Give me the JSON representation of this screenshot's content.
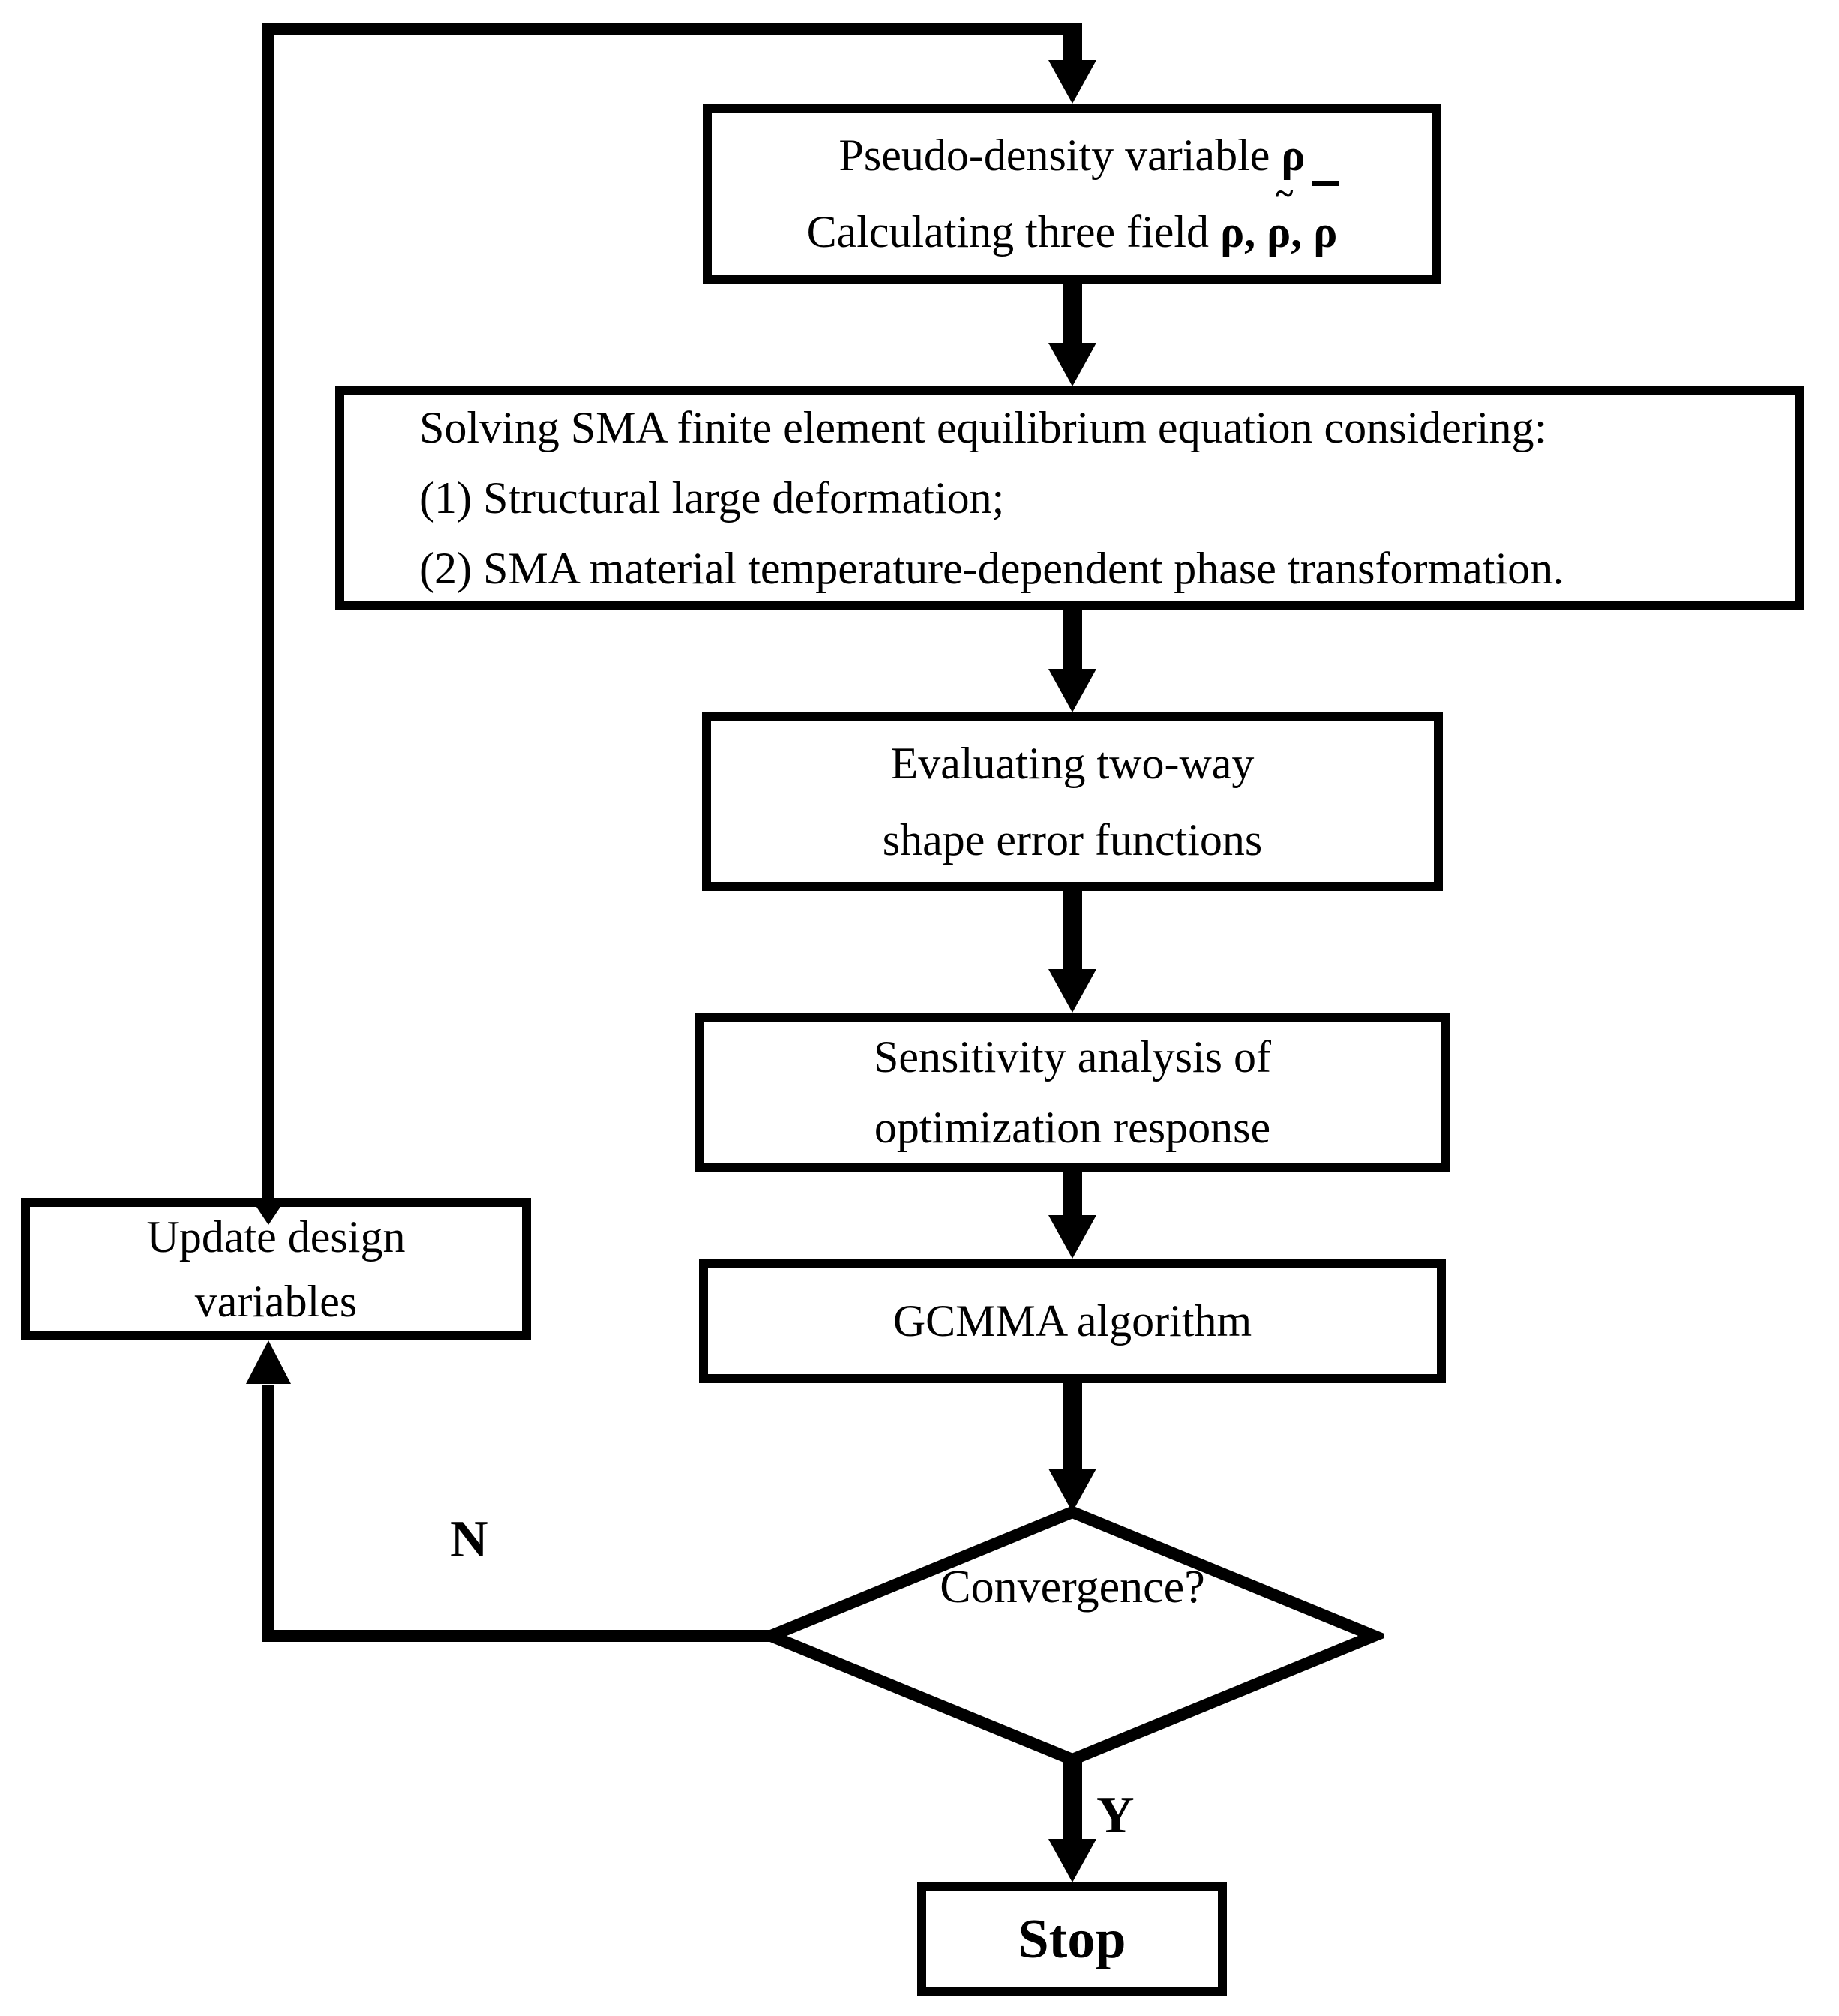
{
  "diagram_title": "SMA topology optimization flowchart",
  "colors": {
    "line": "#000000",
    "background": "#ffffff",
    "text": "#000000"
  },
  "nodes": {
    "pseudo_density": {
      "line1": "Pseudo-density variable",
      "line1_symbol": "ρ",
      "line2": "Calculating three field",
      "rho_plain": "ρ,",
      "rho_tilde_base": "ρ,",
      "tilde_mark": "~",
      "rho_bar_base": "ρ"
    },
    "solve_sma": {
      "line1": "Solving SMA finite element equilibrium equation considering:",
      "line2": "(1) Structural large deformation;",
      "line3": "(2) SMA material temperature-dependent phase transformation."
    },
    "evaluate": {
      "line1": "Evaluating two-way",
      "line2": "shape error functions"
    },
    "sensitivity": {
      "line1": "Sensitivity analysis of",
      "line2": "optimization response"
    },
    "gcmma": {
      "label": "GCMMA algorithm"
    },
    "convergence": {
      "label": "Convergence?"
    },
    "update": {
      "line1": "Update design",
      "line2": "variables"
    },
    "stop": {
      "label": "Stop"
    }
  },
  "edges": {
    "no_label": "N",
    "yes_label": "Y"
  }
}
